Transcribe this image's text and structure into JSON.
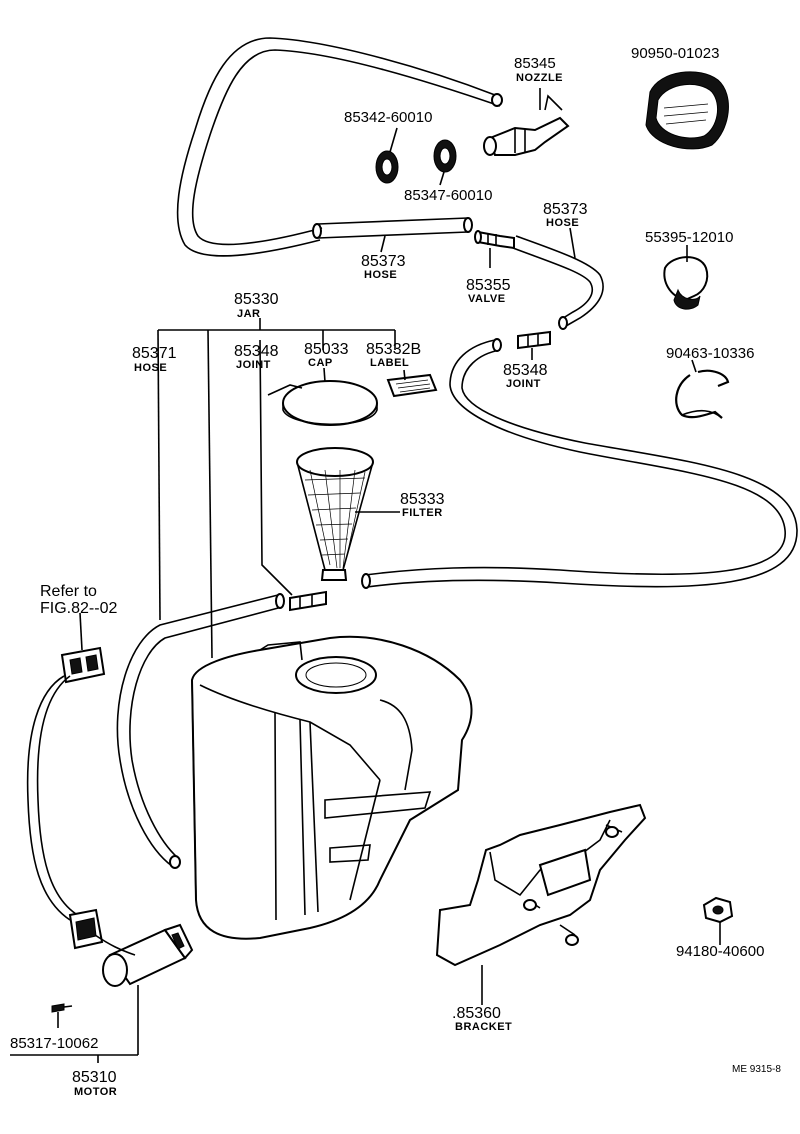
{
  "parts": {
    "nozzle": {
      "number": "85345",
      "name": "NOZZLE"
    },
    "grommet": {
      "number": "90950-01023"
    },
    "washer_a": {
      "number": "85342-60010"
    },
    "washer_b": {
      "number": "85347-60010"
    },
    "hose_upper": {
      "number": "85373",
      "name": "HOSE"
    },
    "hose_right": {
      "number": "85373",
      "name": "HOSE"
    },
    "valve": {
      "number": "85355",
      "name": "VALVE"
    },
    "cover": {
      "number": "55395-12010"
    },
    "jar": {
      "number": "85330",
      "name": "JAR"
    },
    "hose_left": {
      "number": "85371",
      "name": "HOSE"
    },
    "joint_left": {
      "number": "85348",
      "name": "JOINT"
    },
    "cap": {
      "number": "85033",
      "name": "CAP"
    },
    "label": {
      "number": "85332B",
      "name": "LABEL"
    },
    "joint_right": {
      "number": "85348",
      "name": "JOINT"
    },
    "clamp": {
      "number": "90463-10336"
    },
    "filter": {
      "number": "85333",
      "name": "FILTER"
    },
    "refer": {
      "line1": "Refer to",
      "line2": "FIG.82--02"
    },
    "bracket": {
      "number": ".85360",
      "name": "BRACKET"
    },
    "nut": {
      "number": "94180-40600"
    },
    "screw": {
      "number": "85317-10062"
    },
    "motor": {
      "number": "85310",
      "name": "MOTOR"
    },
    "code": "ME  9315-8"
  }
}
